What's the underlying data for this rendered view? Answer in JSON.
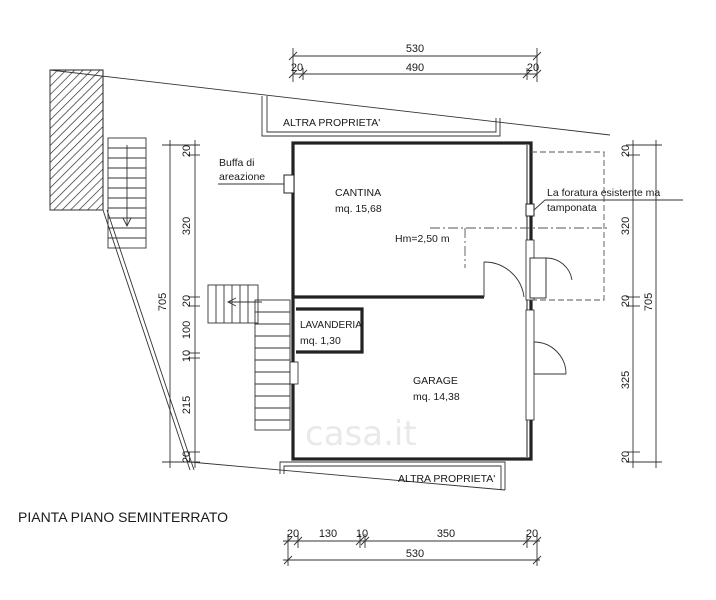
{
  "title": "PIANTA PIANO SEMINTERRATO",
  "rooms": {
    "cantina_name": "CANTINA",
    "cantina_area": "mq. 15,68",
    "garage_name": "GARAGE",
    "garage_area": "mq. 14,38",
    "lavanderia_name": "LAVANDERIA",
    "lavanderia_area": "mq. 1,30"
  },
  "notes": {
    "height": "Hm=2,50 m",
    "buffa_line1": "Buffa di",
    "buffa_line2": "areazione",
    "foratura_line1": "La foratura esistente ma",
    "foratura_line2": "tamponata",
    "altra_top": "ALTRA PROPRIETA'",
    "altra_bottom": "ALTRA PROPRIETA'"
  },
  "dimensions": {
    "top_total": "530",
    "top_left": "20",
    "top_mid": "490",
    "top_right": "20",
    "bottom_a": "20",
    "bottom_b": "130",
    "bottom_c": "10",
    "bottom_d": "350",
    "bottom_e": "20",
    "bottom_total": "530",
    "left_total": "705",
    "left_a": "20",
    "left_b": "320",
    "left_c": "20",
    "left_d": "100",
    "left_e": "10",
    "left_f": "215",
    "left_g": "20",
    "right_total": "705",
    "right_a": "20",
    "right_b": "320",
    "right_c": "20",
    "right_d": "325",
    "right_e": "20"
  },
  "watermark": "casa.it"
}
